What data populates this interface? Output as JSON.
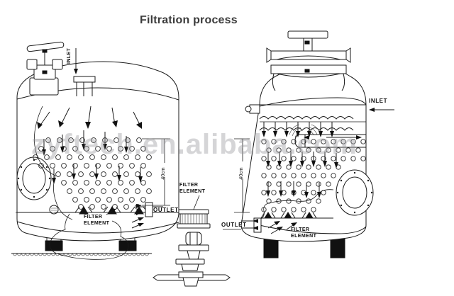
{
  "figure": {
    "title": "Filtration process",
    "watermark": "zyftech.en.alibaba.com"
  },
  "left_vessel": {
    "name": "Vertical filtration vessel with top valve",
    "inlet_label": "INLET",
    "outlet_label": "OUTLET",
    "filter_element_label_line1": "FILTER",
    "filter_element_label_line2": "ELEMENT",
    "dimension_label": "40cm"
  },
  "right_vessel": {
    "name": "Vertical filtration vessel with top lid clamp",
    "inlet_label": "INLET",
    "outlet_label": "OUTLET",
    "filter_element_label_line1": "FILTER",
    "filter_element_label_line2": "ELEMENT",
    "dimension_label": "40cm"
  },
  "detail": {
    "filter_element_label_line1": "FILTER",
    "filter_element_label_line2": "ELEMENT"
  },
  "colors": {
    "line": "#1a1a1a",
    "fill": "#ffffff",
    "foot": "#111111",
    "title": "#3c3c3c",
    "watermark": "rgba(150,150,155,0.40)"
  }
}
